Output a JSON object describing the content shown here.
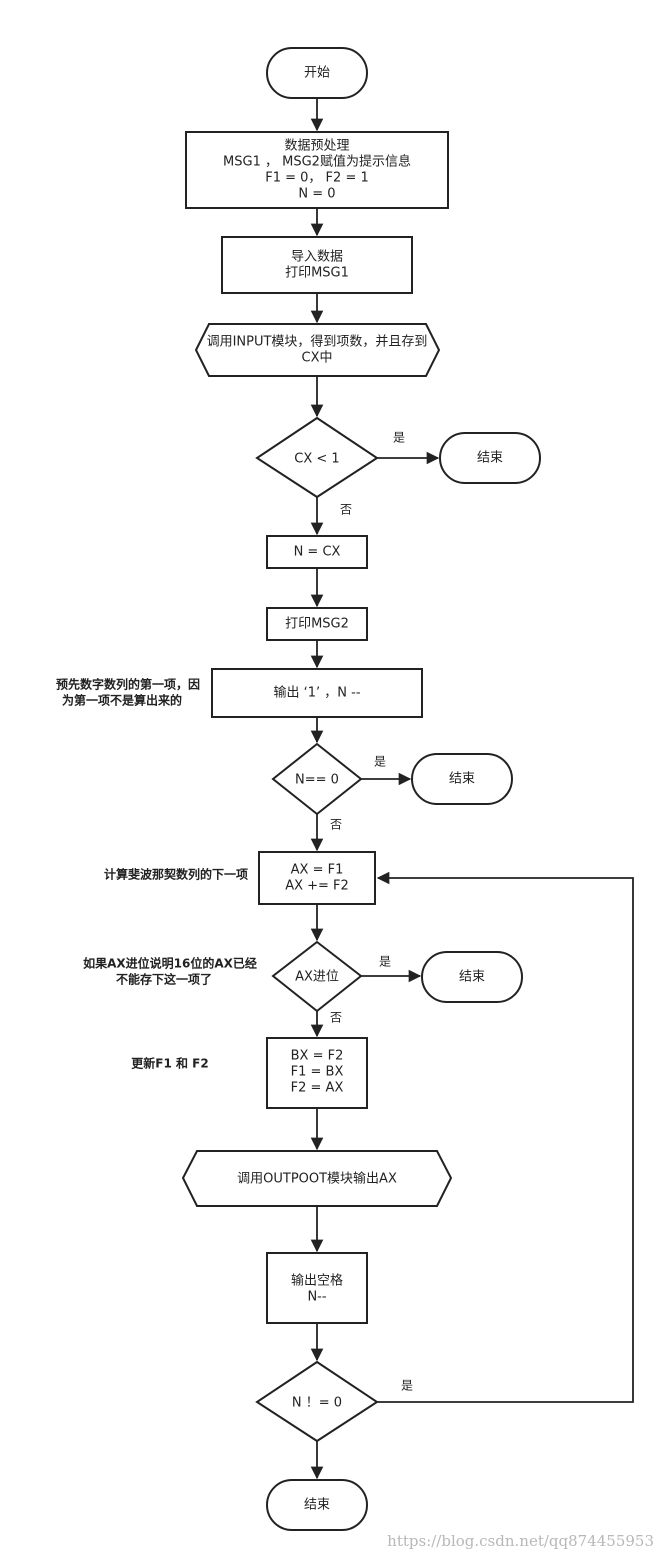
{
  "nodes": {
    "start": [
      "开始"
    ],
    "preprocess": [
      "数据预处理",
      "MSG1 ， MSG2赋值为提示信息",
      "F1 = 0， F2 = 1",
      "N = 0"
    ],
    "import": [
      "导入数据",
      "打印MSG1"
    ],
    "input_module": [
      "调用INPUT模块，得到项数，并且存到",
      "CX中"
    ],
    "cx_check": [
      "CX < 1"
    ],
    "end1": [
      "结束"
    ],
    "n_eq_cx": [
      "N = CX"
    ],
    "print_msg2": [
      "打印MSG2"
    ],
    "output_first": [
      "输出  ‘1’  ，N --"
    ],
    "n_zero": [
      "N== 0"
    ],
    "end2": [
      "结束"
    ],
    "calc": [
      "AX = F1",
      "AX += F2"
    ],
    "carry": [
      "AX进位"
    ],
    "end3": [
      "结束"
    ],
    "update": [
      "BX = F2",
      "F1 = BX",
      "F2 = AX"
    ],
    "output_module": [
      "调用OUTPOOT模块输出AX"
    ],
    "output_space": [
      "输出空格",
      "N--"
    ],
    "n_nonzero": [
      "N ！= 0"
    ],
    "end_final": [
      "结束"
    ]
  },
  "edge_labels": {
    "cx_yes": "是",
    "cx_no": "否",
    "n_zero_yes": "是",
    "n_zero_no": "否",
    "carry_yes": "是",
    "carry_no": "否",
    "loop_yes": "是"
  },
  "annotations": {
    "first_term": [
      "预先数字数列的第一项，因",
      "为第一项不是算出来的"
    ],
    "next_term": [
      "计算斐波那契数列的下一项"
    ],
    "overflow": [
      "如果AX进位说明16位的AX已经",
      "不能存下这一项了"
    ],
    "update_f": [
      "更新F1 和 F2"
    ]
  },
  "watermark": "https://blog.csdn.net/qq874455953"
}
